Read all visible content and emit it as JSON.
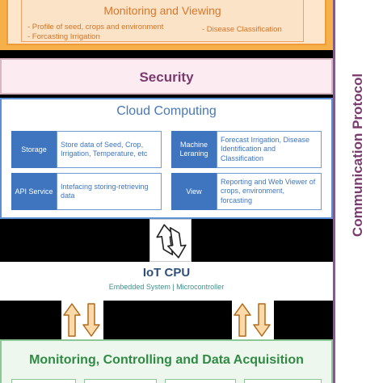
{
  "monitoring_viewing": {
    "title": "Monitoring and Viewing",
    "items": [
      "- Profile of seed, crops and environment",
      "- Forcasting Irrigation",
      "- Disease Classification"
    ]
  },
  "security": {
    "label": "Security"
  },
  "cloud": {
    "title": "Cloud Computing",
    "services": [
      {
        "label": "Storage",
        "desc": "Store data of Seed, Crop, Irrigation, Temperature, etc"
      },
      {
        "label": "Machine Leraning",
        "desc": "Forecast Irrigation, Disease Identification and Classification"
      },
      {
        "label": "API Service",
        "desc": "Intefacing storing-retrieving data"
      },
      {
        "label": "View",
        "desc": "Reporting and Web Viewer of crops, environment, forcasting"
      }
    ]
  },
  "iot": {
    "title": "IoT CPU",
    "subtitle": "Embedded System | Microcontroller"
  },
  "bottom": {
    "title": "Monitoring, Controlling and Data Acquisition"
  },
  "side": {
    "label": "Communication Protocol"
  },
  "colors": {
    "orange": "#f6b04a",
    "blue": "#3f75bf",
    "green": "#2f8a43",
    "purple": "#7a3a6e"
  }
}
